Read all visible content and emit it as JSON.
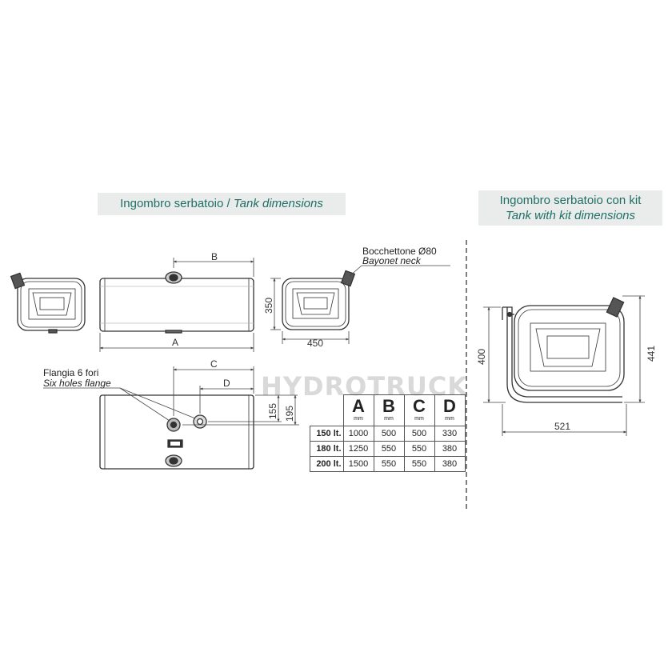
{
  "banner_left": {
    "main": "Ingombro serbatoio / ",
    "italic": "Tank dimensions"
  },
  "banner_right": {
    "main": "Ingombro serbatoio con kit",
    "italic": "Tank with kit dimensions"
  },
  "labels": {
    "B": "B",
    "A": "A",
    "C": "C",
    "D": "D",
    "h350": "350",
    "w450": "450",
    "h155": "155",
    "h195": "195",
    "h400": "400",
    "h441": "441",
    "w521": "521",
    "neck_it": "Bocchettone Ø80",
    "neck_en": "Bayonet neck",
    "flange_it": "Flangia 6 fori",
    "flange_en": "Six holes flange"
  },
  "watermark": "HYDROTRUCK",
  "table": {
    "columns": [
      {
        "letter": "A",
        "unit": "mm"
      },
      {
        "letter": "B",
        "unit": "mm"
      },
      {
        "letter": "C",
        "unit": "mm"
      },
      {
        "letter": "D",
        "unit": "mm"
      }
    ],
    "rows": [
      {
        "label": "150 lt.",
        "values": [
          "1000",
          "500",
          "500",
          "330"
        ]
      },
      {
        "label": "180 lt.",
        "values": [
          "1250",
          "550",
          "550",
          "380"
        ]
      },
      {
        "label": "200 lt.",
        "values": [
          "1500",
          "550",
          "550",
          "380"
        ]
      }
    ]
  }
}
